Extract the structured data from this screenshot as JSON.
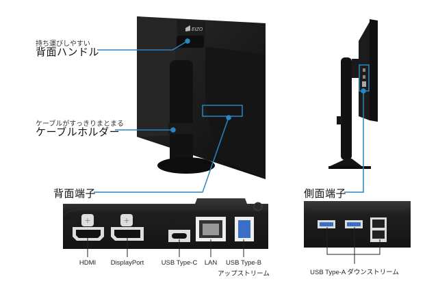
{
  "brand": {
    "logo": "EIZO"
  },
  "callouts": {
    "handle": {
      "subtitle": "持ち運びしやすい",
      "title": "背面ハンドル"
    },
    "cable_holder": {
      "subtitle": "ケーブルがすっきりまとまる",
      "title": "ケーブルホルダー"
    },
    "rear_ports": {
      "title": "背面端子"
    },
    "side_ports": {
      "title": "側面端子"
    }
  },
  "rear_port_labels": [
    {
      "label": "HDMI"
    },
    {
      "label": "DisplayPort"
    },
    {
      "label": "USB Type-C"
    },
    {
      "label": "LAN"
    },
    {
      "label": "USB Type-B",
      "sub": "アップストリーム"
    }
  ],
  "side_port_label": "USB Type-A ダウンストリーム",
  "colors": {
    "accent": "#2a86c0",
    "usb3": "#3a6fc8",
    "panel": "#1e1e1e"
  }
}
